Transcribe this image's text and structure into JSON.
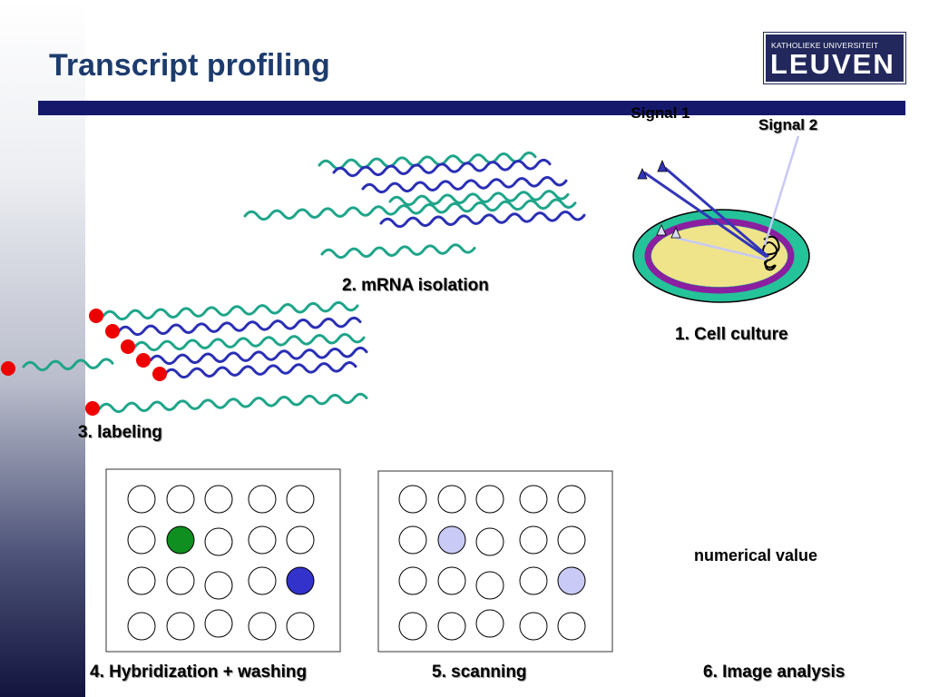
{
  "slide": {
    "title": "Transcript profiling",
    "logo": {
      "top_text": "KATHOLIEKE UNIVERSITEIT",
      "main_text": "LEUVEN"
    }
  },
  "diagram": {
    "signal1_label": "Signal 1",
    "signal2_label": "Signal 2",
    "steps": {
      "cell_culture": "1. Cell culture",
      "mrna_isolation": "2. mRNA isolation",
      "labeling": "3. labeling",
      "hybridization": "4. Hybridization + washing",
      "scanning": "5. scanning",
      "image_analysis": "6. Image analysis"
    },
    "numerical_value_label": "numerical value",
    "colors": {
      "teal_strand": "#1fa58a",
      "blue_strand": "#2a2fb5",
      "label_dot": "#ee0000",
      "green_spot": "#0e8f1f",
      "blue_spot": "#3333cc",
      "scan_spot": "#c9cbf6",
      "cell_outer": "#25c39a",
      "cell_membrane": "#8a1fa0",
      "cell_inside": "#f0e48a"
    },
    "arrays": {
      "rows": 4,
      "cols": 5,
      "hybridization_highlights": [
        {
          "row": 1,
          "col": 1,
          "color": "green"
        },
        {
          "row": 2,
          "col": 4,
          "color": "blue"
        }
      ],
      "scanning_highlights": [
        {
          "row": 1,
          "col": 1,
          "color": "light-blue"
        },
        {
          "row": 2,
          "col": 4,
          "color": "light-blue"
        }
      ]
    }
  }
}
